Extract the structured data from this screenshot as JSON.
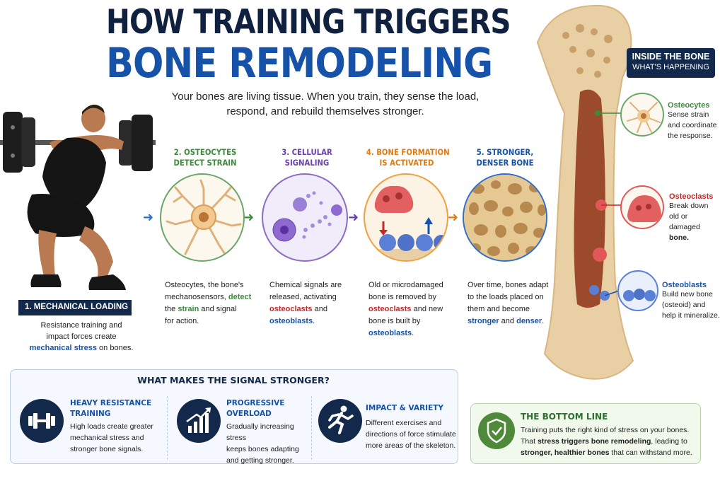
{
  "title": {
    "line1": "HOW TRAINING TRIGGERS",
    "line2": "BONE REMODELING"
  },
  "subtitle": {
    "line1": "Your bones are living tissue. When you train, they sense the load,",
    "line2": "respond, and rebuild themselves stronger."
  },
  "step1": {
    "label": "1. MECHANICAL LOADING",
    "text_a": "Resistance training and",
    "text_b": "impact forces create",
    "text_hl": "mechanical stress",
    "text_c": " on bones."
  },
  "step2": {
    "title_1": "2. OSTEOCYTES",
    "title_2": "DETECT STRAIN",
    "t1": "Osteocytes, the bone's",
    "t2": "mechanosensors, ",
    "t2_hl": "detect",
    "t3": "the ",
    "t3_hl": "strain",
    "t3b": " and signal",
    "t4": "for action."
  },
  "step3": {
    "title_1": "3. CELLULAR",
    "title_2": "SIGNALING",
    "t1": "Chemical signals are",
    "t2": "released, activating",
    "t3_hl": "osteoclasts",
    "t3b": " and",
    "t4_hl": "osteoblasts",
    "t4b": "."
  },
  "step4": {
    "title_1": "4. BONE FORMATION",
    "title_2": "IS ACTIVATED",
    "t1": "Old or microdamaged",
    "t2": "bone is removed by",
    "t3_hl": "osteoclasts",
    "t3b": " and new",
    "t4": "bone is built by",
    "t5_hl": "osteoblasts",
    "t5b": "."
  },
  "step5": {
    "title_1": "5. STRONGER,",
    "title_2": "DENSER BONE",
    "t1": "Over time, bones adapt",
    "t2": "to the loads placed on",
    "t3": "them and become",
    "t4_hl1": "stronger",
    "t4b": " and ",
    "t4_hl2": "denser",
    "t4c": "."
  },
  "inside": {
    "title": "INSIDE THE BONE",
    "subtitle": "WHAT'S HAPPENING"
  },
  "side": {
    "osteocytes": {
      "name": "Osteocytes",
      "l1": "Sense strain",
      "l2": "and coordinate",
      "l3": "the response."
    },
    "osteoclasts": {
      "name": "Osteoclasts",
      "l1": "Break down",
      "l2": "old or damaged",
      "l3": "bone."
    },
    "osteoblasts": {
      "name": "Osteoblasts",
      "l1": "Build new bone",
      "l2": "(osteoid) and",
      "l3": "help it mineralize."
    }
  },
  "panel": {
    "title": "WHAT MAKES THE SIGNAL STRONGER?",
    "items": [
      {
        "icon": "dumbbell-icon",
        "title_1": "HEAVY RESISTANCE",
        "title_2": "TRAINING",
        "l1": "High loads create greater",
        "l2": "mechanical stress and",
        "l3": "stronger bone signals."
      },
      {
        "icon": "growth-chart-icon",
        "title_1": "PROGRESSIVE",
        "title_2": "OVERLOAD",
        "l1": "Gradually increasing stress",
        "l2": "keeps bones adapting",
        "l3": "and getting stronger."
      },
      {
        "icon": "runner-icon",
        "title_1": "IMPACT & VARIETY",
        "title_2": "",
        "l1": "Different exercises and",
        "l2": "directions of force stimulate",
        "l3": "more areas of the skeleton."
      }
    ]
  },
  "bottom_line": {
    "title": "THE BOTTOM LINE",
    "l1": "Training puts the right kind of stress on your bones.",
    "l2a": "That ",
    "l2_hl": "stress triggers bone remodeling",
    "l2b": ", leading to",
    "l3_hl": "stronger, healthier bones",
    "l3b": " that can withstand more."
  },
  "colors": {
    "navy": "#13294b",
    "brand_blue": "#1652a8",
    "step2": "#3d8a3d",
    "step3": "#6a3fb0",
    "step4": "#e07b12",
    "step5": "#1652a8",
    "red": "#c62828"
  }
}
